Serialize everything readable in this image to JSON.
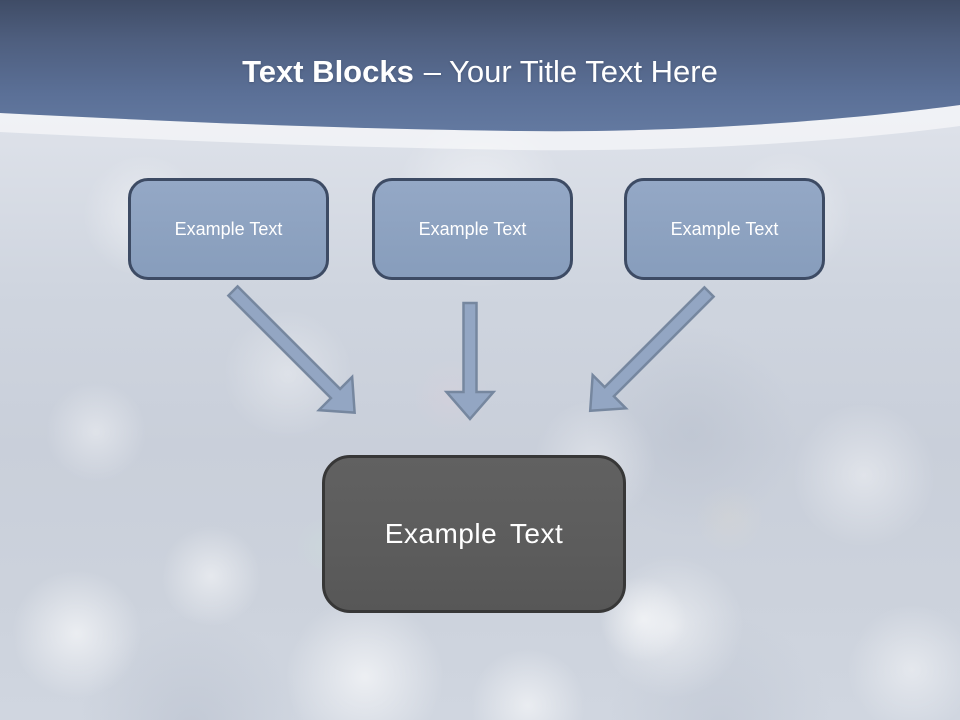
{
  "slide": {
    "header": {
      "title_bold": "Text Blocks",
      "title_rest": "– Your Title Text Here"
    },
    "diagram": {
      "source_blocks": [
        {
          "label": "Example Text"
        },
        {
          "label": "Example Text"
        },
        {
          "label": "Example Text"
        }
      ],
      "arrows": [
        {
          "icon": "arrow-down-right-icon"
        },
        {
          "icon": "arrow-down-icon"
        },
        {
          "icon": "arrow-down-left-icon"
        }
      ],
      "target_block": {
        "label": "Example Text"
      }
    },
    "colors": {
      "header_gradient_top": "#3f4c66",
      "header_gradient_bottom": "#6379a0",
      "title_text": "#ffffff",
      "block_fill": "#8da2c0",
      "block_border": "#3d4b64",
      "block_text": "#ffffff",
      "arrow_fill": "#93a6c3",
      "arrow_stroke": "#76879f",
      "target_fill": "#5c5c5c",
      "target_border": "#373737",
      "target_text": "#ffffff",
      "background_base": "#ccd2dc"
    }
  }
}
